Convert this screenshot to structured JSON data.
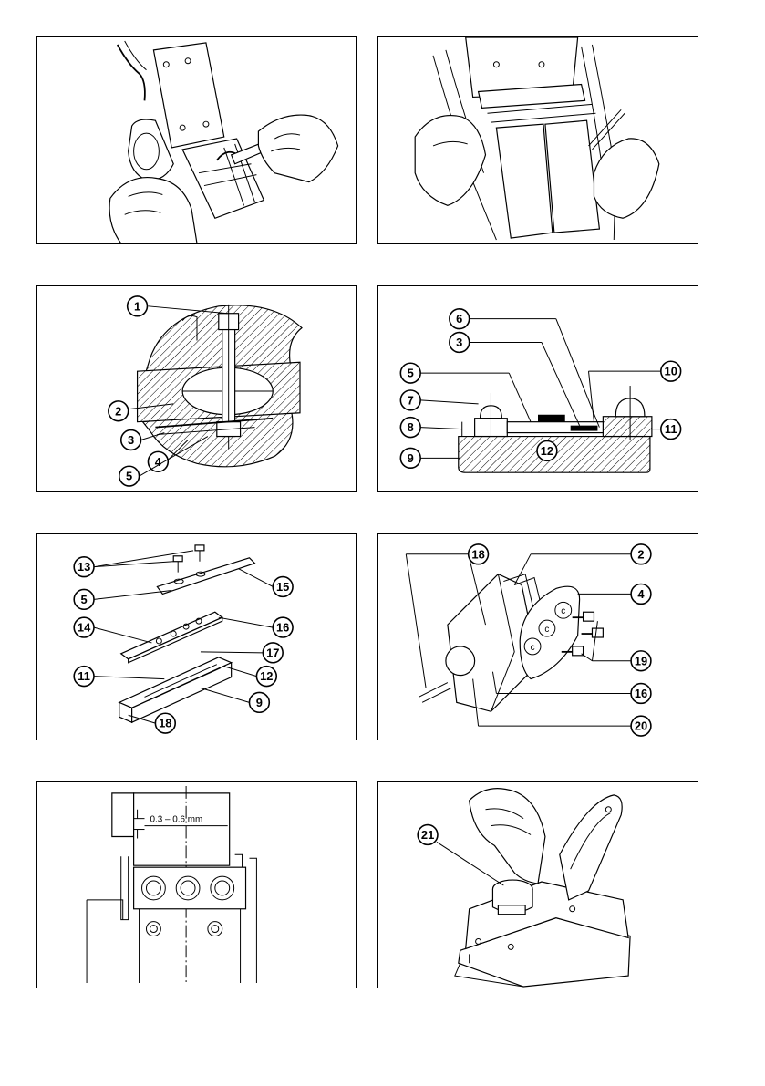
{
  "figures": [
    {
      "id": "fig1",
      "callouts": []
    },
    {
      "id": "fig2",
      "callouts": []
    },
    {
      "id": "fig3",
      "callouts": [
        "1",
        "2",
        "3",
        "4",
        "5"
      ]
    },
    {
      "id": "fig4",
      "callouts": [
        "6",
        "3",
        "10",
        "5",
        "7",
        "8",
        "11",
        "9",
        "12"
      ]
    },
    {
      "id": "fig5",
      "callouts": [
        "13",
        "15",
        "5",
        "14",
        "16",
        "17",
        "11",
        "12",
        "9",
        "18"
      ]
    },
    {
      "id": "fig6",
      "callouts": [
        "18",
        "2",
        "4",
        "19",
        "16",
        "20"
      ]
    },
    {
      "id": "fig7",
      "callouts": [],
      "dimension_label": "0.3 – 0.6 mm"
    },
    {
      "id": "fig8",
      "callouts": [
        "21"
      ]
    }
  ]
}
